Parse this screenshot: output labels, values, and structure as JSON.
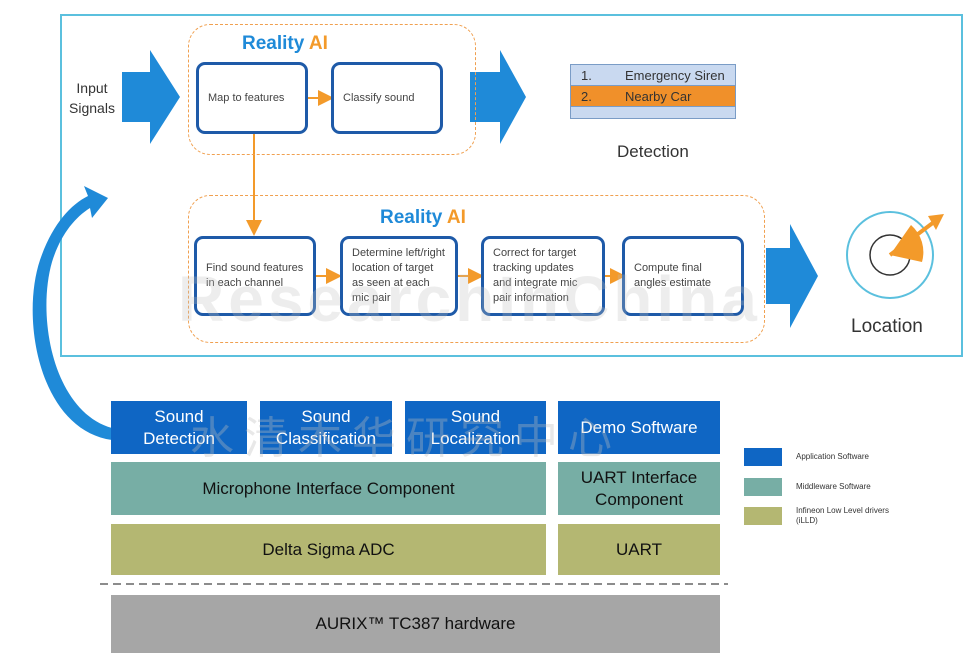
{
  "input_label": "Input\nSignals",
  "top_pipeline": {
    "brand_prefix": "Reality ",
    "brand_ai": "AI",
    "steps": [
      "Map to features",
      "Classify sound"
    ]
  },
  "detection": {
    "label": "Detection",
    "items": [
      {
        "num": "1.",
        "text": "Emergency Siren"
      },
      {
        "num": "2.",
        "text": "Nearby Car"
      }
    ]
  },
  "bottom_pipeline": {
    "brand_prefix": "Reality ",
    "brand_ai": "AI",
    "steps": [
      "Find sound features in each channel",
      "Determine left/right location of target as seen at each mic pair",
      "Correct for target tracking updates and integrate mic pair information",
      "Compute final angles estimate"
    ]
  },
  "location_label": "Location",
  "stack": {
    "application": [
      "Sound\nDetection",
      "Sound\nClassification",
      "Sound\nLocalization",
      "Demo Software"
    ],
    "middleware": [
      "Microphone Interface Component",
      "UART Interface\nComponent"
    ],
    "drivers": [
      "Delta Sigma ADC",
      "UART"
    ],
    "hardware": "AURIX™ TC387 hardware"
  },
  "legend": [
    {
      "color": "#0f66c4",
      "label": "Application Software"
    },
    {
      "color": "#77aea5",
      "label": "Middleware Software"
    },
    {
      "color": "#b4b772",
      "label": "Infineon Low Level drivers\n(iLLD)"
    }
  ],
  "watermark": "ResearchInChina",
  "watermark_cn": "水清木华研究中心",
  "colors": {
    "frame": "#5bc0de",
    "arrow": "#1f8ad8",
    "flow": "#f39a2a",
    "step_border": "#1e5aa8"
  }
}
